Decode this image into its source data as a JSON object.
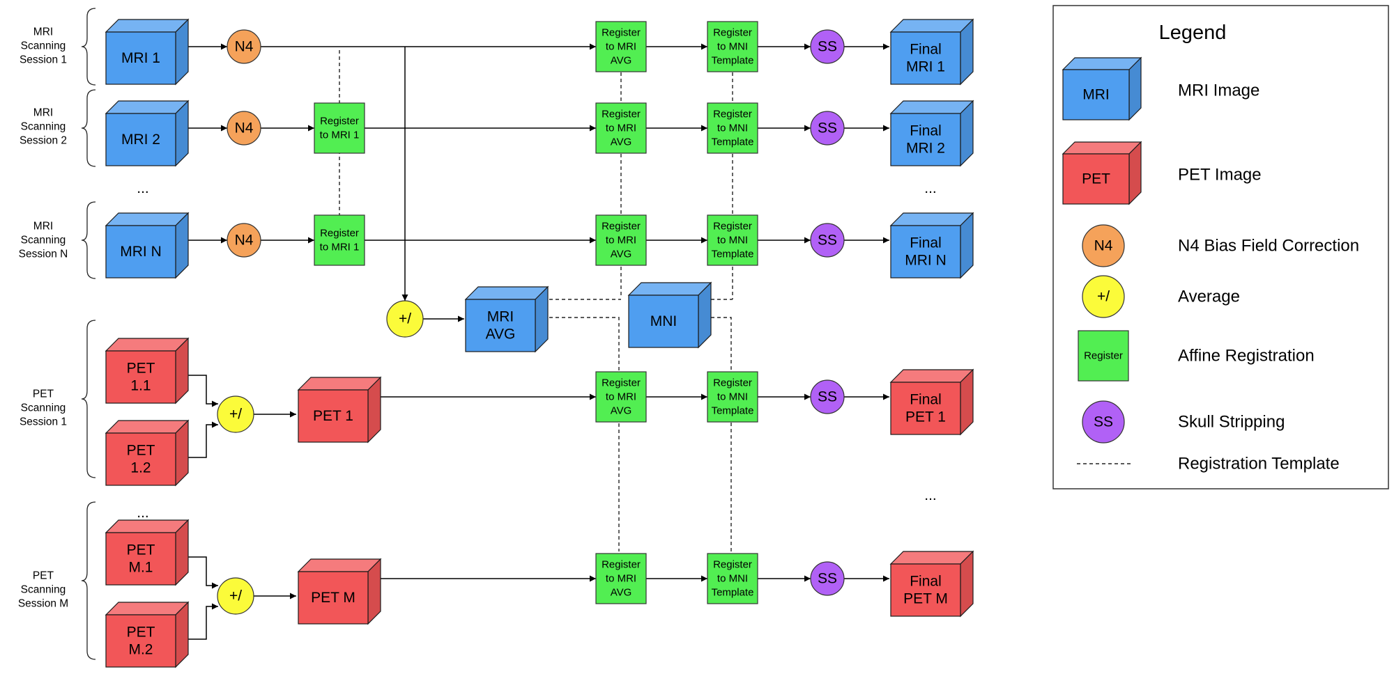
{
  "colors": {
    "mri": "#4f9ef0",
    "pet": "#f25658",
    "n4": "#f5a25a",
    "avg": "#fbfb3a",
    "register": "#52ee52",
    "ss": "#b161f6"
  },
  "sessions": {
    "mri1": [
      "MRI",
      "Scanning",
      "Session 1"
    ],
    "mri2": [
      "MRI",
      "Scanning",
      "Session 2"
    ],
    "mriN": [
      "MRI",
      "Scanning",
      "Session N"
    ],
    "pet1": [
      "PET",
      "Scanning",
      "Session 1"
    ],
    "petM": [
      "PET",
      "Scanning",
      "Session M"
    ]
  },
  "cubes": {
    "mri1": [
      "MRI 1"
    ],
    "mri2": [
      "MRI 2"
    ],
    "mriN": [
      "MRI N"
    ],
    "mriAvg": [
      "MRI",
      "AVG"
    ],
    "mni": [
      "MNI"
    ],
    "pet11": [
      "PET",
      "1.1"
    ],
    "pet12": [
      "PET",
      "1.2"
    ],
    "pet1": [
      "PET 1"
    ],
    "petM1": [
      "PET",
      "M.1"
    ],
    "petM2": [
      "PET",
      "M.2"
    ],
    "petM": [
      "PET M"
    ],
    "final1": [
      "Final",
      "MRI 1"
    ],
    "final2": [
      "Final",
      "MRI 2"
    ],
    "finalN": [
      "Final",
      "MRI N"
    ],
    "finalPet1": [
      "Final",
      "PET 1"
    ],
    "finalPetM": [
      "Final",
      "PET M"
    ]
  },
  "nodes": {
    "n4": "N4",
    "avg": "+/",
    "ss": "SS"
  },
  "registers": {
    "toMri1": [
      "Register",
      "to MRI 1"
    ],
    "toMriAvg": [
      "Register",
      "to MRI",
      "AVG"
    ],
    "toMni": [
      "Register",
      "to MNI",
      "Template"
    ]
  },
  "ellipsis": "...",
  "legend": {
    "title": "Legend",
    "items": [
      {
        "icon": "mri-cube-icon",
        "icon_text": "MRI",
        "label": "MRI Image"
      },
      {
        "icon": "pet-cube-icon",
        "icon_text": "PET",
        "label": "PET Image"
      },
      {
        "icon": "n4-circle-icon",
        "icon_text": "N4",
        "label": "N4 Bias Field Correction"
      },
      {
        "icon": "average-circle-icon",
        "icon_text": "+/",
        "label": "Average"
      },
      {
        "icon": "register-box-icon",
        "icon_text": "Register",
        "label": "Affine Registration"
      },
      {
        "icon": "ss-circle-icon",
        "icon_text": "SS",
        "label": "Skull Stripping"
      },
      {
        "icon": "dashed-line-icon",
        "icon_text": "",
        "label": "Registration Template"
      }
    ]
  }
}
